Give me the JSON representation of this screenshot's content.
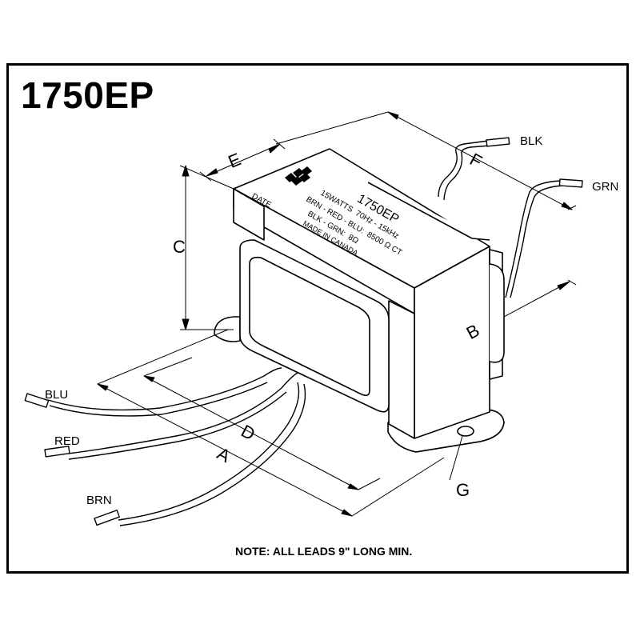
{
  "model": "1750EP",
  "note": "NOTE: ALL LEADS 9\" LONG MIN.",
  "label_plate": {
    "date": "DATE",
    "model": "1750EP",
    "specs": [
      "15WATTS  70Hz - 15kHz",
      "BRN - RED - BLU:  8500 Ω CT",
      "BLK - GRN:  8Ω",
      "MADE IN CANADA"
    ]
  },
  "leads": {
    "blk": "BLK",
    "grn": "GRN",
    "blu": "BLU",
    "red": "RED",
    "brn": "BRN"
  },
  "dimensions": {
    "a": "A",
    "b": "B",
    "c": "C",
    "d": "D",
    "e": "E",
    "f": "F",
    "g": "G"
  }
}
